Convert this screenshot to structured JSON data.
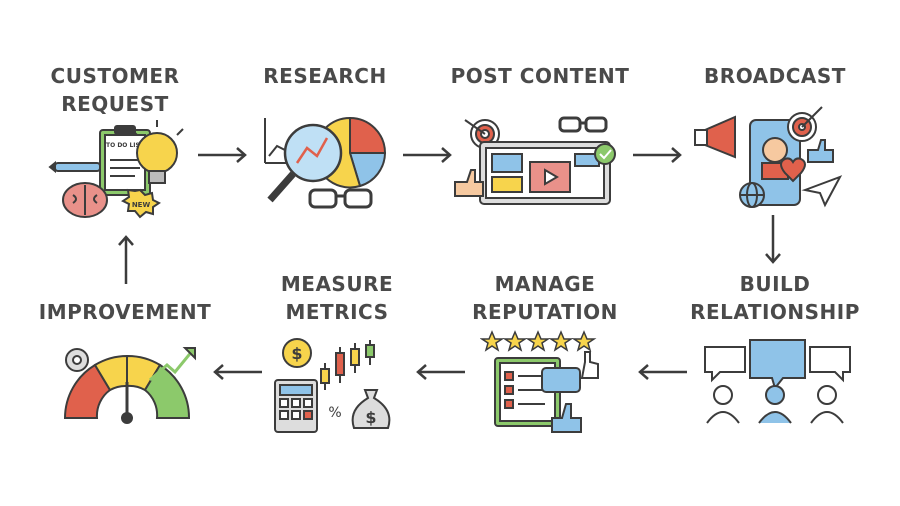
{
  "steps": {
    "customer_request": {
      "line1": "CUSTOMER",
      "line2": "REQUEST",
      "todo": "TO DO LIST",
      "badge": "NEW"
    },
    "research": {
      "label": "RESEARCH"
    },
    "post_content": {
      "label": "POST CONTENT"
    },
    "broadcast": {
      "label": "BROADCAST"
    },
    "build_relationship": {
      "line1": "BUILD",
      "line2": "RELATIONSHIP"
    },
    "manage_reputation": {
      "line1": "MANAGE",
      "line2": "REPUTATION"
    },
    "measure_metrics": {
      "line1": "MEASURE",
      "line2": "METRICS",
      "currency": "$",
      "percent": "%"
    },
    "improvement": {
      "label": "IMPROVEMENT"
    }
  },
  "colors": {
    "text": "#4a4a4a",
    "outline": "#3c3c3c",
    "yellow": "#f7d44c",
    "blue": "#8fc3e8",
    "red": "#e0614c",
    "green": "#8cc96b",
    "pink": "#e9918a"
  }
}
